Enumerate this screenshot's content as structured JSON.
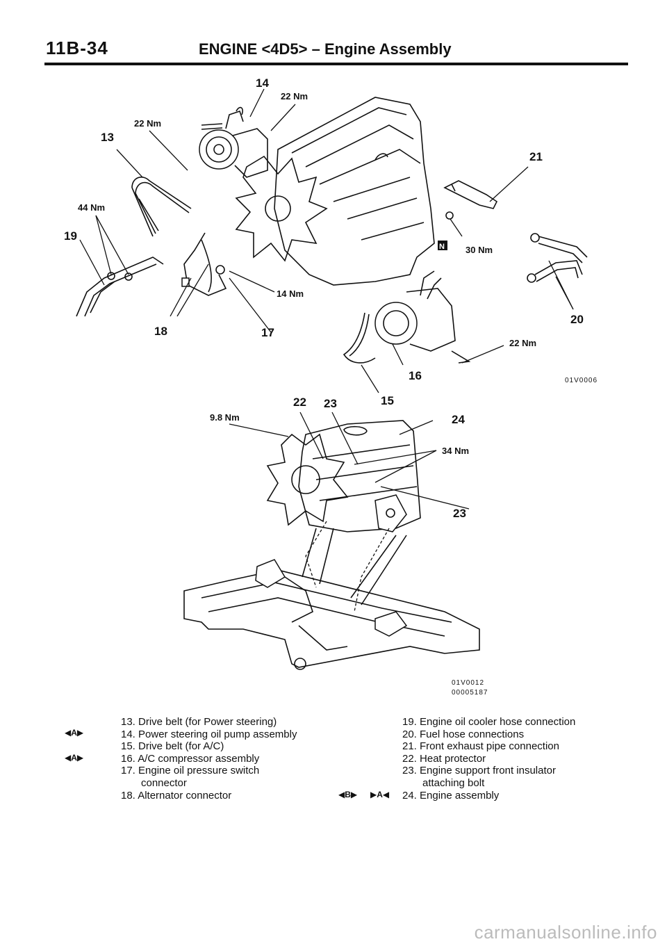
{
  "header": {
    "page_number": "11B-34",
    "title": "ENGINE <4D5> – Engine Assembly"
  },
  "diagram_top": {
    "labels": {
      "p13": "13",
      "p14": "14",
      "p15": "15",
      "p16": "16",
      "p17": "17",
      "p18": "18",
      "p19": "19",
      "p20": "20",
      "p21": "21"
    },
    "torques": {
      "t14_22": "22 Nm",
      "t13_22": "22 Nm",
      "t19_44": "44 Nm",
      "t17_14": "14 Nm",
      "t21_30": "30 Nm",
      "t20_22": "22 Nm"
    },
    "marker_n": "N",
    "figure_code": "01V0006"
  },
  "diagram_bottom": {
    "labels": {
      "p22": "22",
      "p23a": "23",
      "p23b": "23",
      "p24": "24"
    },
    "torques": {
      "t22_98": "9.8 Nm",
      "t23_34": "34 Nm"
    },
    "figure_code_1": "01V0012",
    "figure_code_2": "00005187"
  },
  "legend": {
    "left": [
      "13. Drive belt (for Power steering)",
      "14. Power steering oil pump assembly",
      "15. Drive belt (for A/C)",
      "16. A/C compressor assembly",
      "17. Engine oil pressure switch",
      "connector",
      "18. Alternator connector"
    ],
    "right": [
      "19. Engine oil cooler hose connection",
      "20. Fuel hose connections",
      "21. Front exhaust pipe connection",
      "22. Heat protector",
      "23. Engine support front insulator",
      "attaching bolt",
      "24. Engine assembly"
    ],
    "badge_a1": "◀A▶",
    "badge_a2": "◀A▶",
    "badge_b": "◀B▶",
    "badge_a3": "▶A◀"
  },
  "watermark": "carmanualsonline.info"
}
